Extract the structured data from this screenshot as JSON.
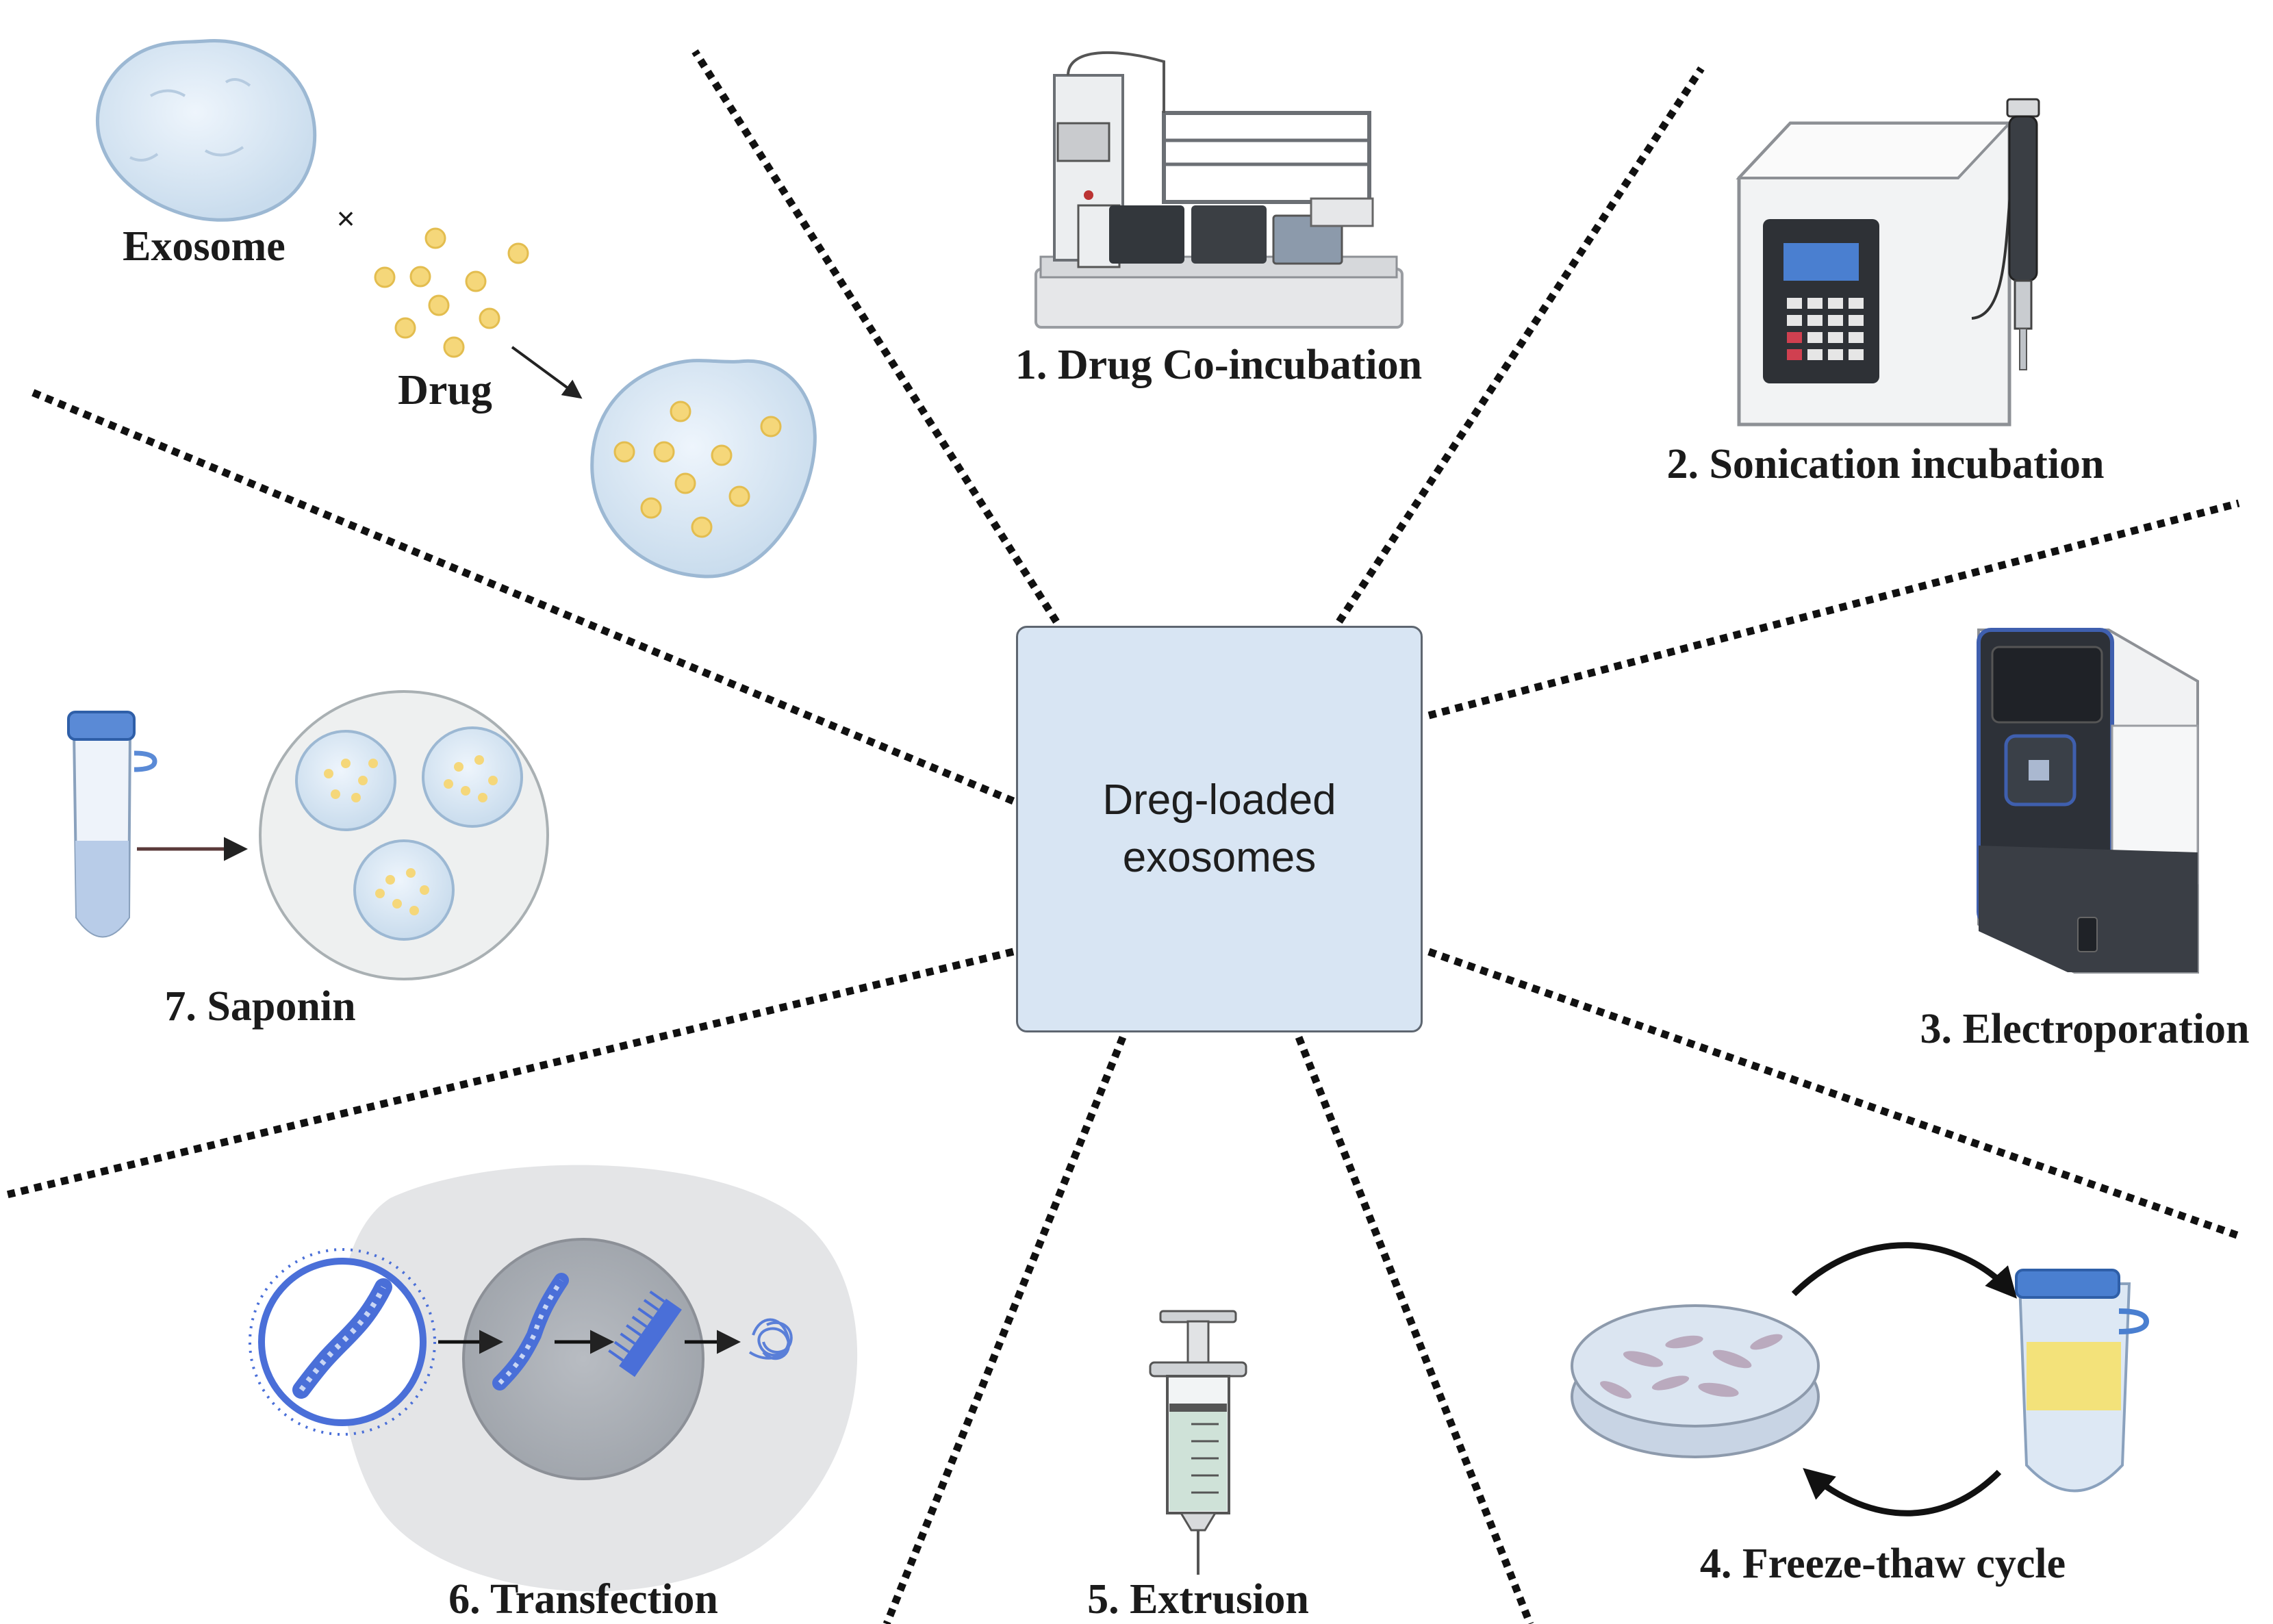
{
  "center": {
    "line1": "Dreg-loaded",
    "line2": "exosomes"
  },
  "exosome_label": "Exosome",
  "times_symbol": "×",
  "drug_label": "Drug",
  "methods": [
    {
      "label": "1. Drug Co-incubation",
      "icon": "liquid-handler-icon"
    },
    {
      "label": "2. Sonication incubation",
      "icon": "sonicator-icon"
    },
    {
      "label": "3. Electroporation",
      "icon": "electroporator-icon"
    },
    {
      "label": "4. Freeze-thaw cycle",
      "icon": "petri-dish-and-tube-icon"
    },
    {
      "label": "5. Extrusion",
      "icon": "syringe-icon"
    },
    {
      "label": "6. Transfection",
      "icon": "cell-transfection-icon"
    },
    {
      "label": "7. Saponin",
      "icon": "saponin-tube-icon"
    }
  ],
  "colors": {
    "center_fill": "#d8e5f3",
    "exosome_fill": "#dbe8f5",
    "drug_particle": "#f5d77a",
    "dna_blue": "#4a6fd8",
    "tube_yellow": "#f3e27a",
    "divider": "#111111"
  }
}
